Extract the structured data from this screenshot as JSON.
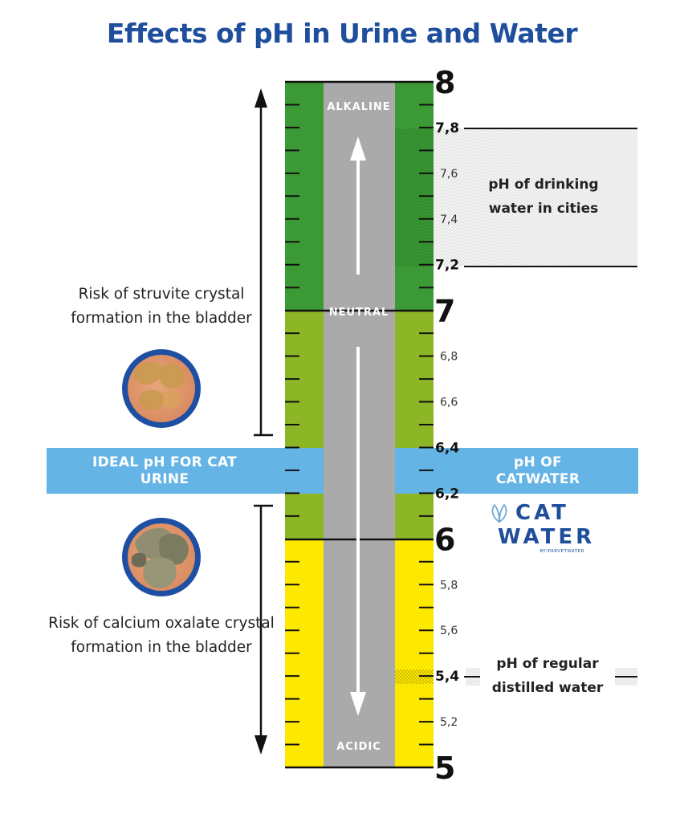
{
  "title": "Effects of pH in Urine and Water",
  "zones": {
    "alkaline": "ALKALINE",
    "neutral": "NEUTRAL",
    "acidic": "ACIDIC"
  },
  "scale": {
    "min": 5,
    "max": 8,
    "major_ticks": [
      "8",
      "7",
      "6",
      "5"
    ],
    "bold_minor_ticks": [
      "7,8",
      "7,2",
      "6,4",
      "6,2",
      "5,4"
    ],
    "minor_ticks": [
      "7,6",
      "7,4",
      "6,8",
      "6,6",
      "5,8",
      "5,6",
      "5,2"
    ],
    "colors": {
      "alkaline": "#3b9a35",
      "neutral": "#8db626",
      "acidic": "#fde800",
      "road": "#aaaaaa"
    }
  },
  "left_labels": {
    "struvite": "Risk of struvite crystal formation in the bladder",
    "oxalate": "Risk of calcium oxalate crystal formation in the bladder"
  },
  "band": {
    "color": "#64b4e6",
    "left": "IDEAL pH FOR CAT URINE",
    "right": "pH OF CATWATER"
  },
  "annotations": {
    "city_water": "pH of drinking water in cities",
    "distilled": "pH of regular distilled water"
  },
  "brand": {
    "line1": "CAT",
    "line2": "WATER",
    "sub": "BY/PARVETWATER"
  },
  "ranges": {
    "struvite_risk": [
      6.6,
      8
    ],
    "oxalate_risk": [
      5,
      6.2
    ],
    "ideal_urine": [
      6.2,
      6.4
    ],
    "catwater": [
      6.2,
      6.4
    ],
    "city_water": [
      7.2,
      7.8
    ],
    "distilled_water": 5.4
  }
}
